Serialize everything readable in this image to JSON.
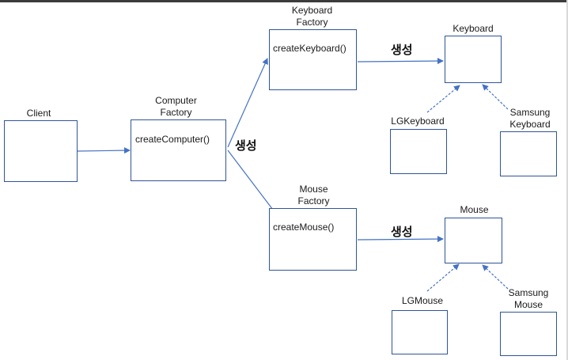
{
  "colors": {
    "line": "#4472c4",
    "box_border": "#2f5597"
  },
  "labels": {
    "client": "Client",
    "computer_factory": "Computer\nFactory",
    "keyboard_factory": "Keyboard\nFactory",
    "mouse_factory": "Mouse\nFactory",
    "keyboard": "Keyboard",
    "lg_keyboard": "LGKeyboard",
    "samsung_keyboard": "Samsung\nKeyboard",
    "mouse": "Mouse",
    "lg_mouse": "LGMouse",
    "samsung_mouse": "Samsung\nMouse"
  },
  "methods": {
    "create_computer": "createComputer()",
    "create_keyboard": "createKeyboard()",
    "create_mouse": "createMouse()"
  },
  "create_label": "생성"
}
